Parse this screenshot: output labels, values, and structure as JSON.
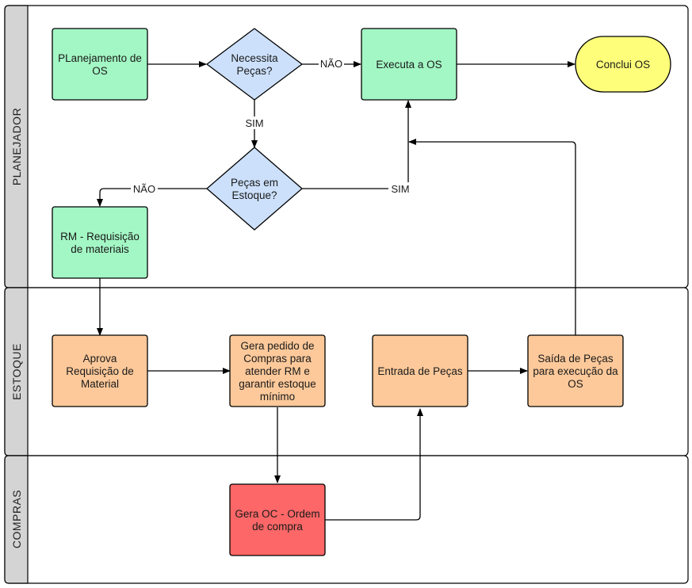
{
  "lanes": [
    {
      "id": "planejador",
      "label": "PLANEJADOR"
    },
    {
      "id": "estoque",
      "label": "ESTOQUE"
    },
    {
      "id": "compras",
      "label": "COMPRAS"
    }
  ],
  "nodes": {
    "planejamento": {
      "lines": [
        "PLanejamento de",
        "OS"
      ],
      "shape": "rect",
      "color": "#a3f7c4"
    },
    "necessita": {
      "lines": [
        "Necessita",
        "Peças?"
      ],
      "shape": "diamond",
      "color": "#cce0fb"
    },
    "executa": {
      "lines": [
        "Executa a OS"
      ],
      "shape": "rect",
      "color": "#a3f7c4"
    },
    "conclui": {
      "lines": [
        "Conclui OS"
      ],
      "shape": "terminal",
      "color": "#fefe7a"
    },
    "estoque_q": {
      "lines": [
        "Peças em",
        "Estoque?"
      ],
      "shape": "diamond",
      "color": "#cce0fb"
    },
    "rm": {
      "lines": [
        "RM - Requisição",
        "de materiais"
      ],
      "shape": "rect",
      "color": "#a3f7c4"
    },
    "aprova": {
      "lines": [
        "Aprova",
        "Requisição de",
        "Material"
      ],
      "shape": "rect",
      "color": "#fdc99a"
    },
    "gera_pedido": {
      "lines": [
        "Gera pedido de",
        "Compras para",
        "atender RM e",
        "garantir estoque",
        "mínimo"
      ],
      "shape": "rect",
      "color": "#fdc99a"
    },
    "entrada": {
      "lines": [
        "Entrada de Peças"
      ],
      "shape": "rect",
      "color": "#fdc99a"
    },
    "saida": {
      "lines": [
        "Saída de Peças",
        "para execução da",
        "OS"
      ],
      "shape": "rect",
      "color": "#fdc99a"
    },
    "gera_oc": {
      "lines": [
        "Gera OC - Ordem",
        "de compra"
      ],
      "shape": "rect",
      "color": "#fd6767"
    }
  },
  "edges": [
    {
      "from": "planejamento",
      "to": "necessita",
      "label": ""
    },
    {
      "from": "necessita",
      "to": "executa",
      "label": "NÃO"
    },
    {
      "from": "executa",
      "to": "conclui",
      "label": ""
    },
    {
      "from": "necessita",
      "to": "estoque_q",
      "label": "SIM"
    },
    {
      "from": "estoque_q",
      "to": "executa",
      "label": "SIM"
    },
    {
      "from": "estoque_q",
      "to": "rm",
      "label": "NÃO"
    },
    {
      "from": "rm",
      "to": "aprova",
      "label": ""
    },
    {
      "from": "aprova",
      "to": "gera_pedido",
      "label": ""
    },
    {
      "from": "gera_pedido",
      "to": "gera_oc",
      "label": ""
    },
    {
      "from": "gera_oc",
      "to": "entrada",
      "label": ""
    },
    {
      "from": "entrada",
      "to": "saida",
      "label": ""
    },
    {
      "from": "saida",
      "to": "executa",
      "label": ""
    }
  ]
}
